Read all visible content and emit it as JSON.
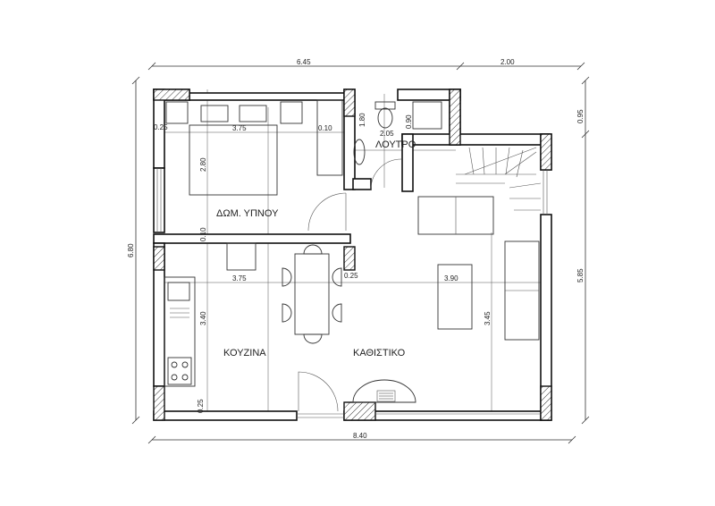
{
  "rooms": {
    "bedroom": "ΔΩΜ. ΥΠΝΟΥ",
    "bathroom": "ΛΟΥΤΡΟ",
    "kitchen": "ΚΟΥΖΙΝΑ",
    "living": "ΚΑΘΙΣΤΙΚΟ"
  },
  "dimensions": {
    "top_left": "6.45",
    "top_right": "2.00",
    "bottom": "8.40",
    "left": "6.80",
    "right_top": "0.95",
    "right_main": "5.85",
    "bed_width": "3.75",
    "bed_height": "2.80",
    "wall_a": "0.25",
    "wall_b": "0.10",
    "bath_h1": "1.80",
    "bath_w": "2.05",
    "bath_h2": "0.90",
    "mid_wall": "0.10",
    "kitchen_w": "3.75",
    "kitchen_h": "3.40",
    "living_w": "3.90",
    "living_h": "3.45",
    "mid_pillar": "0.25",
    "bottom_wall": "0.25"
  }
}
